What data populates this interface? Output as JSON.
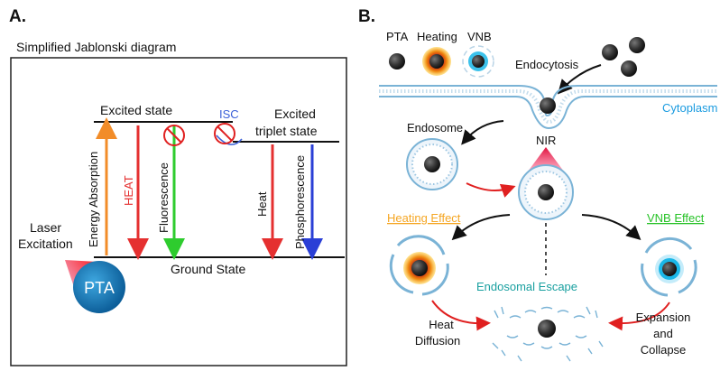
{
  "panel_a": {
    "label": "A.",
    "title": "Simplified Jablonski diagram",
    "excited_state": "Excited state",
    "isc": "ISC",
    "excited_triplet_line1": "Excited",
    "excited_triplet_line2": "triplet state",
    "energy_absorption": "Energy Absorption",
    "heat_upper": "HEAT",
    "fluorescence": "Fluorescence",
    "heat": "Heat",
    "phosphorescence": "Phosphorescence",
    "laser_line1": "Laser",
    "laser_line2": "Excitation",
    "ground_state": "Ground State",
    "pta": "PTA",
    "colors": {
      "absorption": "#f28c28",
      "heat": "#e53030",
      "fluorescence": "#2ecc2e",
      "phosphorescence": "#2a3fd6",
      "isc": "#3a5fd8",
      "pta": "#1f7fbf"
    }
  },
  "panel_b": {
    "label": "B.",
    "legend_pta": "PTA",
    "legend_heating": "Heating",
    "legend_vnb": "VNB",
    "endocytosis": "Endocytosis",
    "cytoplasm": "Cytoplasm",
    "endosome": "Endosome",
    "nir": "NIR",
    "heating_effect": "Heating Effect",
    "vnb_effect": "VNB Effect",
    "endosomal_escape": "Endosomal Escape",
    "heat_line1": "Heat",
    "heat_line2": "Diffusion",
    "expansion_line1": "Expansion",
    "expansion_line2": "and",
    "expansion_line3": "Collapse",
    "colors": {
      "heating_effect": "#f5a623",
      "vnb_effect": "#27c227",
      "endosomal_escape": "#1aa0a0",
      "cytoplasm": "#1a9be0",
      "arrow_red": "#e02020"
    }
  }
}
